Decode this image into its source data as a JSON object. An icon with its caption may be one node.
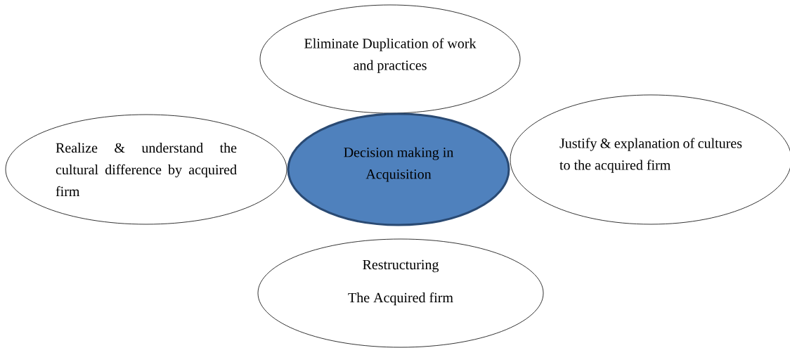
{
  "diagram": {
    "nodes": [
      {
        "text": [
          "Eliminate Duplication of work and practices"
        ]
      },
      {
        "text": [
          "Realize & understand the cultural difference by acquired firm"
        ]
      },
      {
        "text": [
          "Decision making in Acquisition"
        ]
      },
      {
        "text": [
          "Justify & explanation of cultures to the acquired firm"
        ]
      },
      {
        "text": [
          "Restructuring",
          "The Acquired firm"
        ]
      }
    ]
  }
}
